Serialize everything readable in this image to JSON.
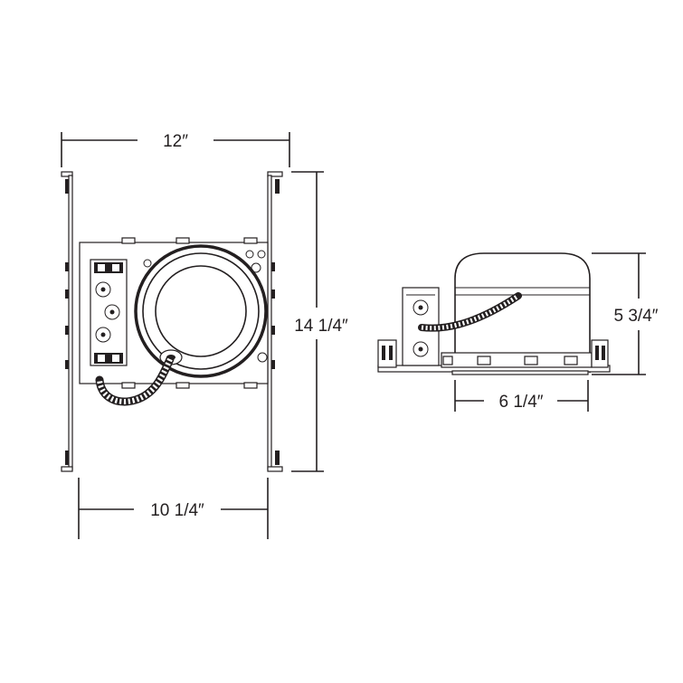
{
  "diagram": {
    "colors": {
      "line": "#231f20",
      "background": "#ffffff"
    },
    "top_view": {
      "width_label": "12″",
      "height_label": "14 1/4″",
      "inner_width_label": "10 1/4″"
    },
    "side_view": {
      "height_label": "5 3/4″",
      "width_label": "6 1/4″"
    }
  }
}
